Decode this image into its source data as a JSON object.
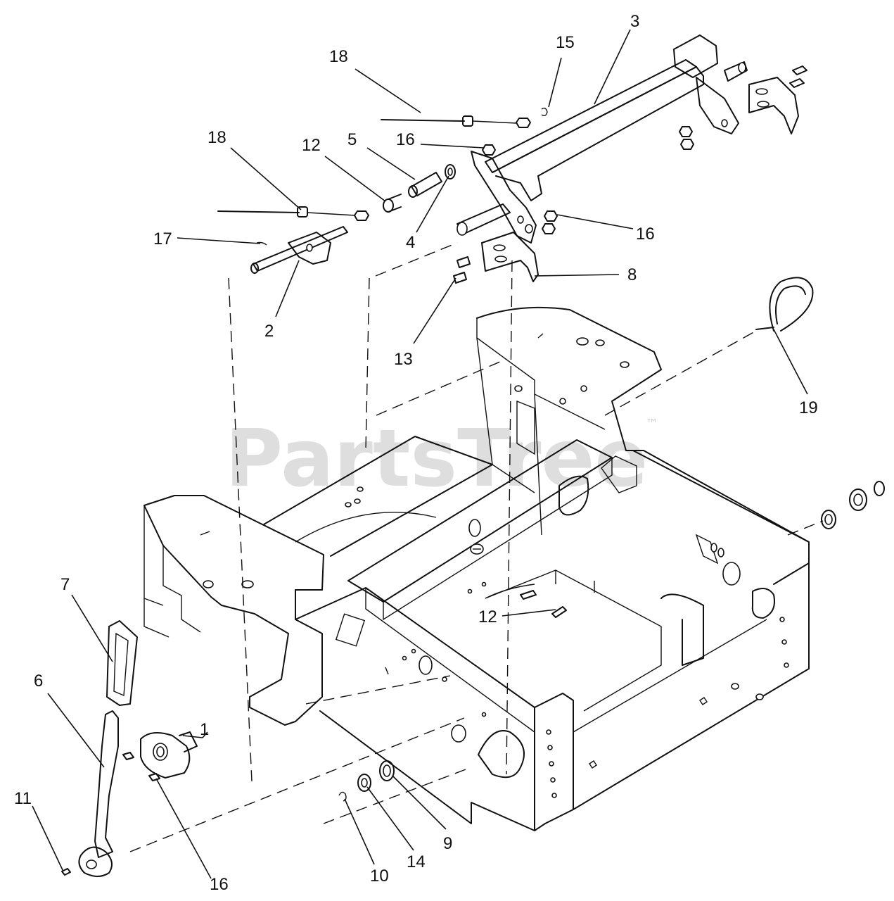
{
  "watermark": {
    "text": "PartsTree",
    "trademark": "™"
  },
  "callouts": [
    {
      "id": "c-3",
      "label": "3"
    },
    {
      "id": "c-15",
      "label": "15"
    },
    {
      "id": "c-18a",
      "label": "18"
    },
    {
      "id": "c-16a",
      "label": "16"
    },
    {
      "id": "c-18b",
      "label": "18"
    },
    {
      "id": "c-12a",
      "label": "12"
    },
    {
      "id": "c-5",
      "label": "5"
    },
    {
      "id": "c-17",
      "label": "17"
    },
    {
      "id": "c-4",
      "label": "4"
    },
    {
      "id": "c-16b",
      "label": "16"
    },
    {
      "id": "c-8",
      "label": "8"
    },
    {
      "id": "c-2",
      "label": "2"
    },
    {
      "id": "c-13",
      "label": "13"
    },
    {
      "id": "c-19",
      "label": "19"
    },
    {
      "id": "c-7",
      "label": "7"
    },
    {
      "id": "c-12b",
      "label": "12"
    },
    {
      "id": "c-6",
      "label": "6"
    },
    {
      "id": "c-1",
      "label": "1"
    },
    {
      "id": "c-11",
      "label": "11"
    },
    {
      "id": "c-9",
      "label": "9"
    },
    {
      "id": "c-14",
      "label": "14"
    },
    {
      "id": "c-10",
      "label": "10"
    },
    {
      "id": "c-16c",
      "label": "16"
    }
  ]
}
